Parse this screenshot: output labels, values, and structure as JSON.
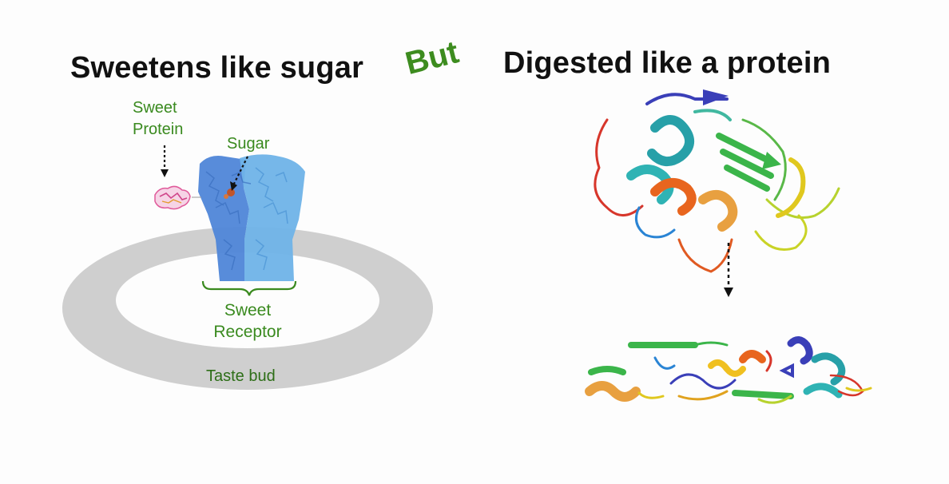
{
  "titles": {
    "left": "Sweetens like sugar",
    "connector": "But",
    "right": "Digested like a protein"
  },
  "labels": {
    "sweet_protein_line1": "Sweet",
    "sweet_protein_line2": "Protein",
    "sugar": "Sugar",
    "receptor_line1": "Sweet",
    "receptor_line2": "Receptor",
    "taste_bud": "Taste bud"
  },
  "colors": {
    "label_green": "#3a8a1f",
    "ring_gray": "#cfcfcf",
    "receptor_blue_dark": "#4f86d8",
    "receptor_blue_light": "#6fb3e8",
    "sweet_protein_pink": "#e05a9a"
  }
}
